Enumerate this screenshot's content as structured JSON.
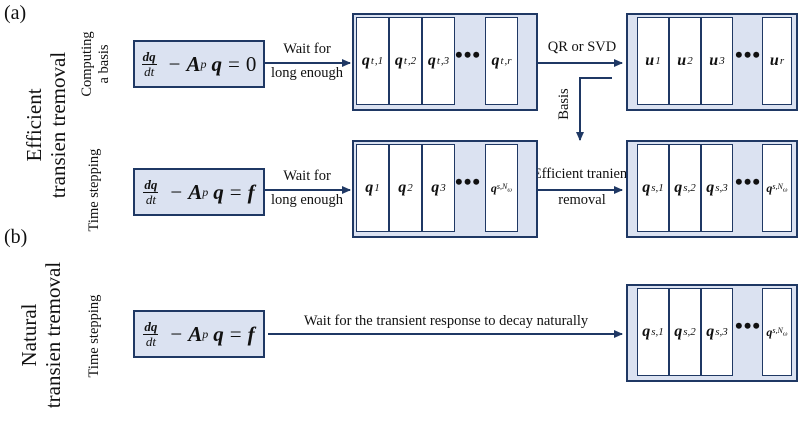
{
  "panels": {
    "a": {
      "tag": "(a)",
      "title_line1": "Efficient",
      "title_line2": "transien tremoval",
      "row1_label_line1": "Computing",
      "row1_label_line2": "a basis",
      "row2_label": "Time stepping",
      "row1": {
        "eq_rhs": "0",
        "arrow1_line1": "Wait for",
        "arrow1_line2": "long enough",
        "block1": [
          "q_{t,1}",
          "q_{t,2}",
          "q_{t,3}",
          "q_{t,r}"
        ],
        "arrow2": "QR or SVD",
        "block2": [
          "u_1",
          "u_2",
          "u_3",
          "u_r"
        ]
      },
      "basis_label": "Basis",
      "row2": {
        "eq_rhs": "f",
        "arrow1_line1": "Wait for",
        "arrow1_line2": "long enough",
        "block1": [
          "q_1",
          "q_2",
          "q_3",
          "q_{s,N_ω}"
        ],
        "arrow2_line1": "Efficient tranient",
        "arrow2_line2": "removal",
        "block2": [
          "q_{s,1}",
          "q_{s,2}",
          "q_{s,3}",
          "q_{s,N_ω}"
        ]
      }
    },
    "b": {
      "tag": "(b)",
      "title_line1": "Natural",
      "title_line2": "transien tremoval",
      "row_label": "Time stepping",
      "eq_rhs": "f",
      "arrow_label": "Wait for the transient response to decay naturally",
      "block": [
        "q_{s,1}",
        "q_{s,2}",
        "q_{s,3}",
        "q_{s,N_ω}"
      ]
    }
  },
  "colors": {
    "box_fill": "#dbe2f1",
    "border": "#1f3864",
    "arrow": "#1f3864"
  }
}
